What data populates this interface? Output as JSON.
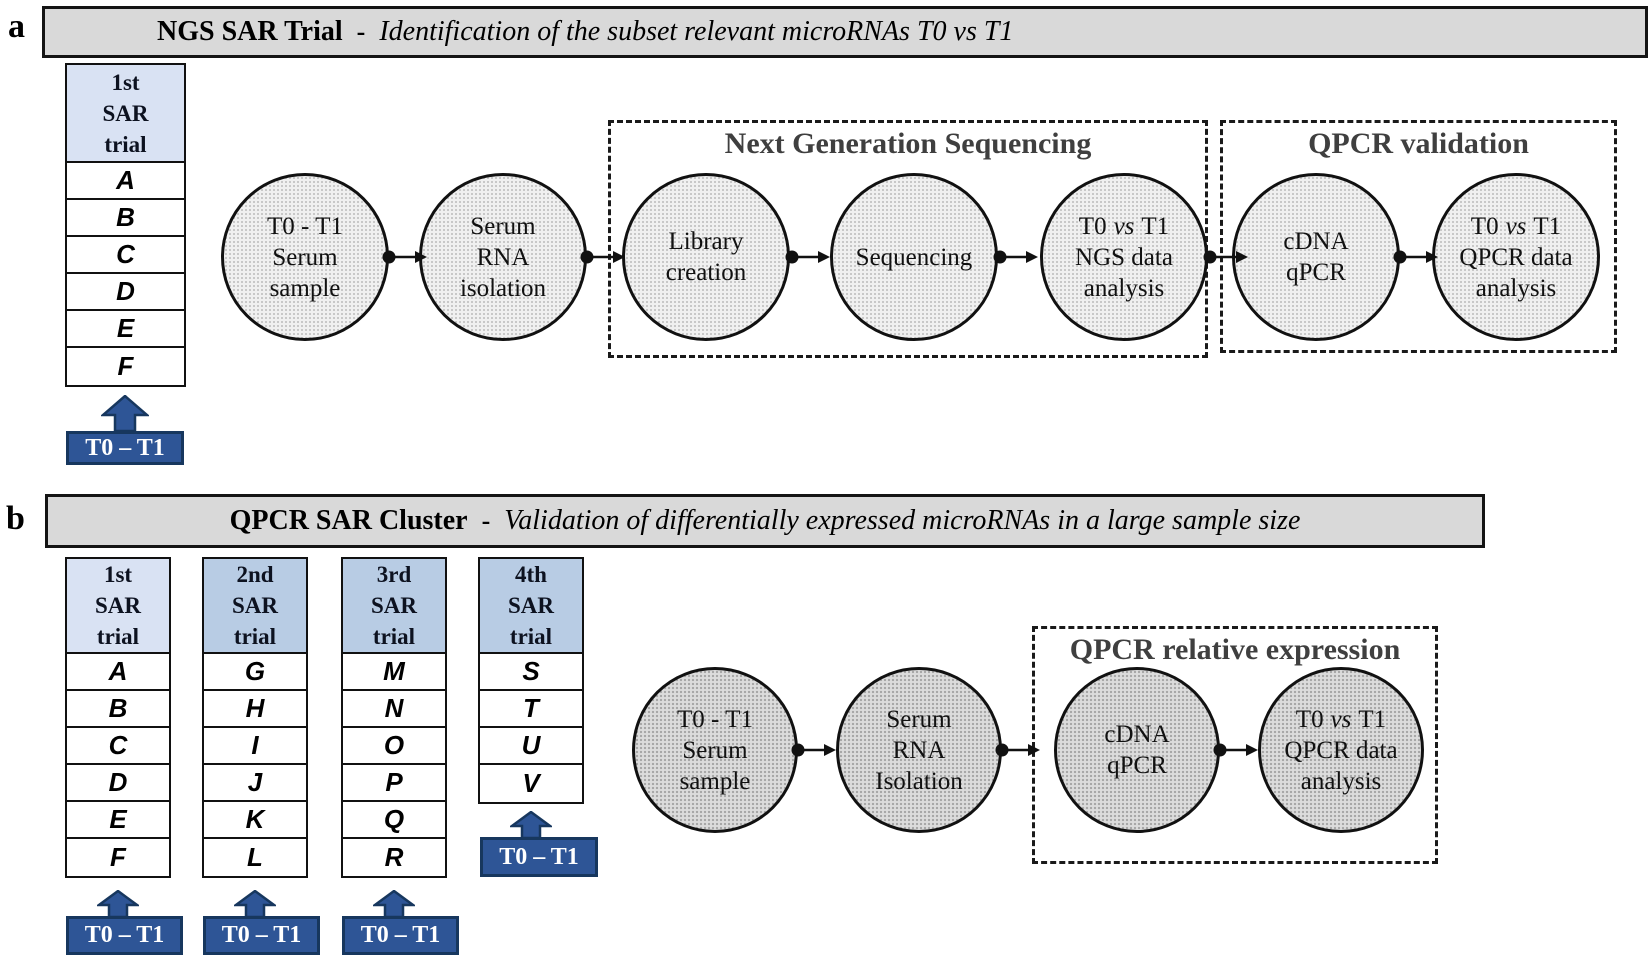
{
  "colors": {
    "accent_blue": "#2e5596",
    "navy_border": "#17375e",
    "bar_gray": "#d9d9d9",
    "header_light_blue": "#d9e2f3",
    "header_medium_blue": "#b8cce4",
    "group_title_gray": "#3f3f3f"
  },
  "panel_a": {
    "label": "a",
    "header": {
      "title": "NGS SAR Trial",
      "separator": "-",
      "subtitle": "Identification of the subset relevant microRNAs T0 vs T1"
    },
    "trial_table": {
      "header_lines": [
        "1st",
        "SAR",
        "trial"
      ],
      "rows": [
        "A",
        "B",
        "C",
        "D",
        "E",
        "F"
      ],
      "arrow_label": "T0 – T1"
    },
    "flow": {
      "serum_sample": {
        "l1": "T0 - T1",
        "l2": "Serum",
        "l3": "sample"
      },
      "rna_isolation": {
        "l1": "Serum",
        "l2": "RNA",
        "l3": "isolation"
      },
      "library_creation": {
        "l1": "Library",
        "l2": "creation"
      },
      "sequencing": {
        "l1": "Sequencing"
      },
      "ngs_analysis": {
        "pre": "T0",
        "it": "vs",
        "post": "T1",
        "l2": "NGS data",
        "l3": "analysis"
      },
      "cdna_qpcr": {
        "l1": "cDNA",
        "l2": "qPCR"
      },
      "qpcr_analysis": {
        "pre": "T0",
        "it": "vs",
        "post": "T1",
        "l2": "QPCR data",
        "l3": "analysis"
      }
    },
    "groups": {
      "ngs_title": "Next Generation Sequencing",
      "qpcr_title": "QPCR validation"
    }
  },
  "panel_b": {
    "label": "b",
    "header": {
      "title": "QPCR SAR Cluster",
      "separator": "-",
      "subtitle": "Validation of differentially expressed microRNAs in a large sample size"
    },
    "trial_tables": [
      {
        "header_lines": [
          "1st",
          "SAR",
          "trial"
        ],
        "rows": [
          "A",
          "B",
          "C",
          "D",
          "E",
          "F"
        ],
        "arrow_label": "T0 – T1"
      },
      {
        "header_lines": [
          "2nd",
          "SAR",
          "trial"
        ],
        "rows": [
          "G",
          "H",
          "I",
          "J",
          "K",
          "L"
        ],
        "arrow_label": "T0 – T1"
      },
      {
        "header_lines": [
          "3rd",
          "SAR",
          "trial"
        ],
        "rows": [
          "M",
          "N",
          "O",
          "P",
          "Q",
          "R"
        ],
        "arrow_label": "T0 – T1"
      },
      {
        "header_lines": [
          "4th",
          "SAR",
          "trial"
        ],
        "rows": [
          "S",
          "T",
          "U",
          "V"
        ],
        "arrow_label": "T0 – T1"
      }
    ],
    "flow": {
      "serum_sample": {
        "l1": "T0 - T1",
        "l2": "Serum",
        "l3": "sample"
      },
      "rna_isolation": {
        "l1": "Serum",
        "l2": "RNA",
        "l3": "Isolation"
      },
      "cdna_qpcr": {
        "l1": "cDNA",
        "l2": "qPCR"
      },
      "qpcr_analysis": {
        "pre": "T0",
        "it": "vs",
        "post": "T1",
        "l2": "QPCR data",
        "l3": "analysis"
      }
    },
    "group": {
      "title": "QPCR relative expression"
    }
  }
}
